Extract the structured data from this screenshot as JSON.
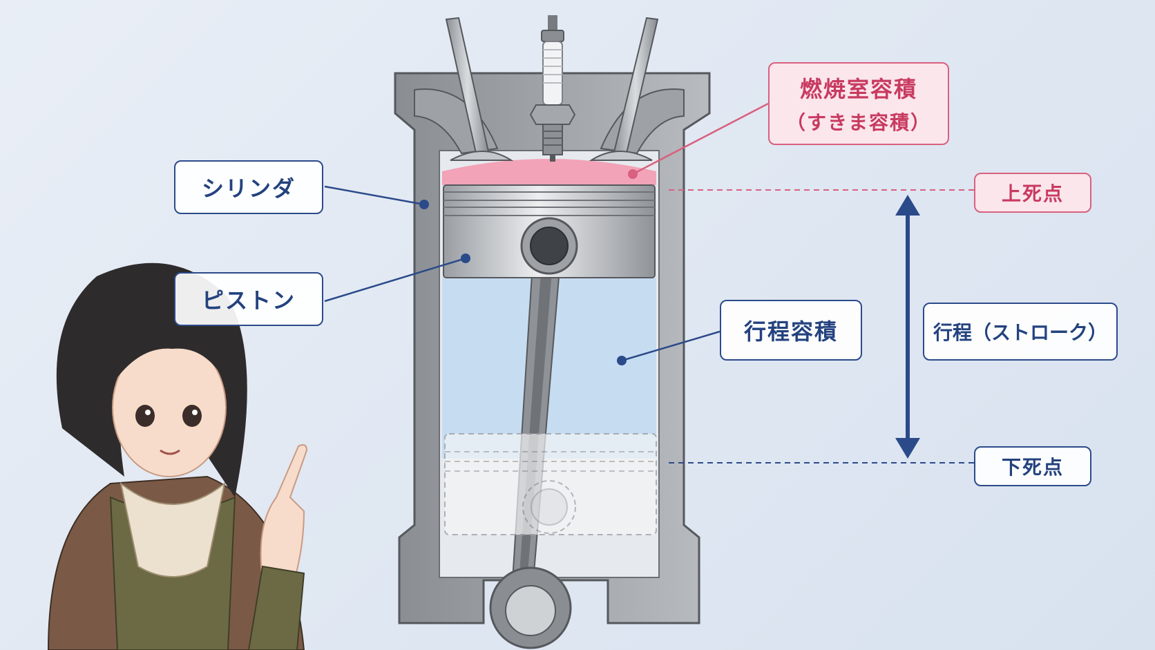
{
  "labels": {
    "cylinder": "シリンダ",
    "piston": "ピストン",
    "combustion_chamber": "燃焼室容積",
    "combustion_chamber_sub": "（すきま容積）",
    "top_dead_center": "上死点",
    "bottom_dead_center": "下死点",
    "stroke_volume": "行程容積",
    "stroke": "行程（ストローク）"
  },
  "colors": {
    "blue_accent": "#2b4a8a",
    "pink_accent": "#d9607f",
    "combustion_fill": "#f2a3b8",
    "stroke_volume_fill": "#c6dcf1",
    "metal": "#a7abb0"
  }
}
